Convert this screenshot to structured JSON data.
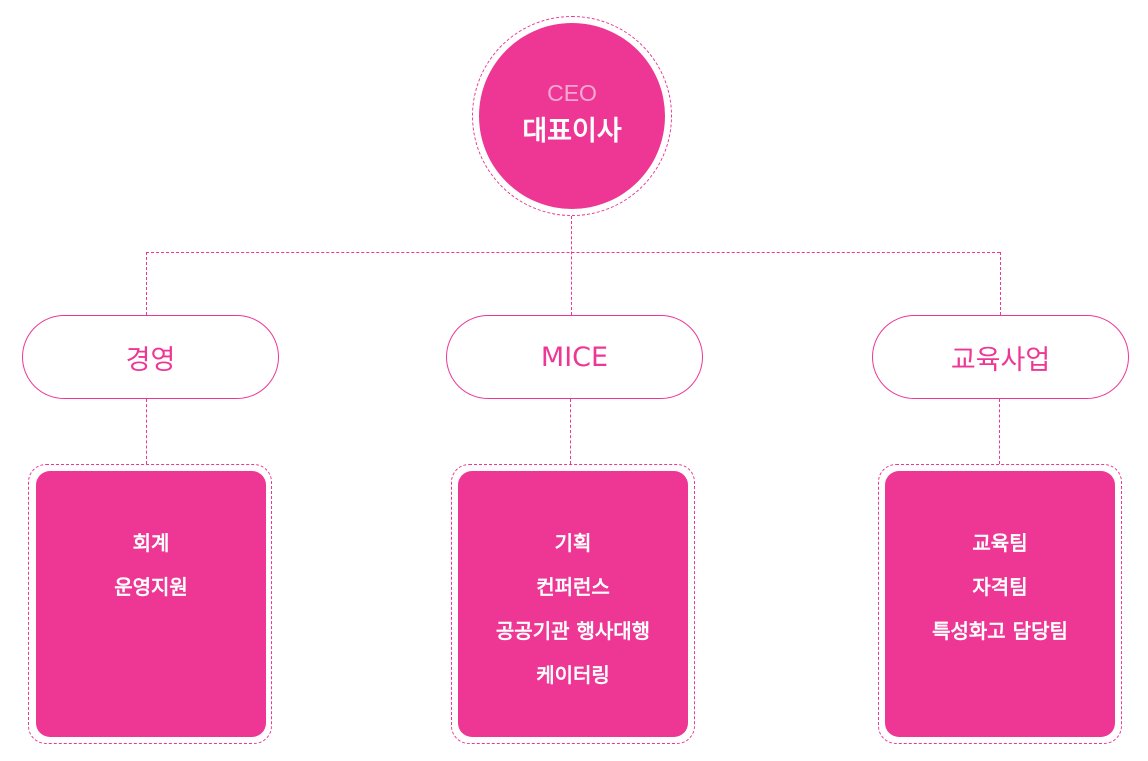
{
  "ceo": {
    "title_en": "CEO",
    "title_ko": "대표이사"
  },
  "divisions": [
    {
      "name": "경영",
      "teams": [
        "회계",
        "운영지원"
      ]
    },
    {
      "name": "MICE",
      "teams": [
        "기획",
        "컨퍼런스",
        "공공기관 행사대행",
        "케이터링"
      ]
    },
    {
      "name": "교육사업",
      "teams": [
        "교육팀",
        "자격팀",
        "특성화고 담당팀"
      ]
    }
  ],
  "colors": {
    "accent": "#ee3795"
  }
}
